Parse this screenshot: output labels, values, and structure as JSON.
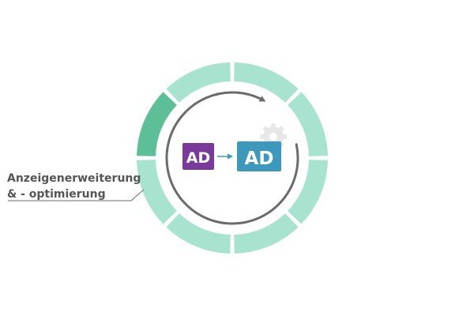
{
  "caption": {
    "line1": "Anzeigenerweiterung",
    "line2": "& - optimierung"
  },
  "badges": {
    "left": "AD",
    "right": "AD"
  },
  "ring": {
    "segment_count": 8,
    "highlighted_segment_index": 6
  },
  "colors": {
    "segment": "#a7e3cf",
    "segment_highlight": "#5cbf98",
    "arrow": "#6b6b6b",
    "badge_left": "#7a3a9a",
    "badge_right": "#3d98bb",
    "connector": "#3d98bb",
    "gear": "#e7e7e7",
    "leader_line": "#6b6b6b"
  },
  "icons": {
    "cycle": "circular-arrow-icon",
    "transition": "right-arrow-icon",
    "settings": "gear-icon"
  }
}
